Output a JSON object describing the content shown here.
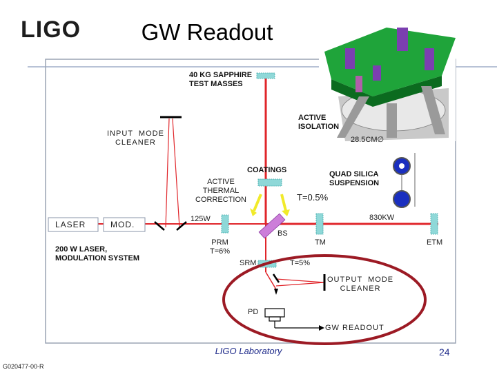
{
  "slide": {
    "logo": "LIGO",
    "title": "GW Readout",
    "footer_lab": "LIGO Laboratory",
    "page_number": "24",
    "doc_number": "G020477-00-R"
  },
  "diagram": {
    "test_masses": "40 KG SAPPHIRE\nTEST MASSES",
    "active_isolation": "ACTIVE\nISOLATION",
    "size_label": "28.5CM∅",
    "input_mode_cleaner": "INPUT  MODE\nCLEANER",
    "coatings": "COATINGS",
    "quad_suspension": "QUAD SILICA\nSUSPENSION",
    "thermal_correction": "ACTIVE\nTHERMAL\nCORRECTION",
    "transmission": "T=0.5%",
    "arm_power": "830KW",
    "laser": "LASER",
    "mod": "MOD.",
    "laser_power": "125W",
    "bs": "BS",
    "tm": "TM",
    "etm": "ETM",
    "laser_system": "200 W LASER,\nMODULATION SYSTEM",
    "prm": "PRM\nT=6%",
    "srm": "SRM",
    "srm_t": "T=5%",
    "output_mode_cleaner": "OUTPUT  MODE\nCLEANER",
    "pd": "PD",
    "gw_readout": "GW  READOUT"
  },
  "colors": {
    "beam": "#e0252a",
    "optic": "#8fd8d8",
    "highlight": "#9c1a24",
    "arrow": "#f1ea2a",
    "frame": "#9aa4b4",
    "bs": "#cc7ed9"
  }
}
